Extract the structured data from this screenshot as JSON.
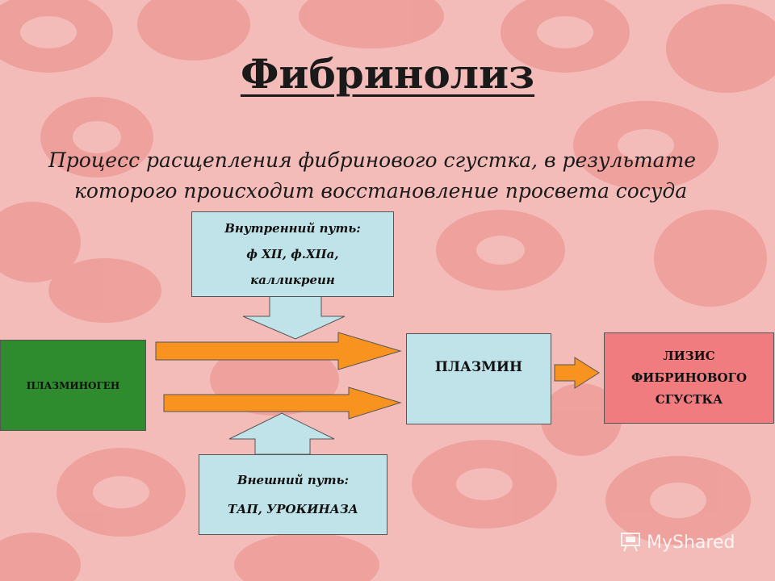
{
  "title": "Фибринолиз",
  "subtitle": {
    "line1": "Процесс расщепления фибринового сгустка, в результате",
    "line2": "которого происходит восстановление просвета сосуда"
  },
  "intrinsic_pathway": {
    "label": "Внутренний путь:",
    "factors": "ф XII, ф.XIIa,",
    "enzyme": "калликреин"
  },
  "extrinsic_pathway": {
    "label": "Внешний путь:",
    "factors": "ТАП, УРОКИНАЗА"
  },
  "nodes": {
    "plasminogen": "ПЛАЗМИНОГЕН",
    "plasmin": "ПЛАЗМИН",
    "lysis_line1": "ЛИЗИС",
    "lysis_line2": "ФИБРИНОВОГО",
    "lysis_line3": "СГУСТКА"
  },
  "watermark": "MyShared",
  "colors": {
    "background": "#f2b8b4",
    "light_box": "#bfe3e8",
    "plasminogen_box": "#2e8b2e",
    "lysis_box": "#f07c7f",
    "arrow_fill": "#f7931e"
  },
  "icons": {
    "watermark_logo": "presentation-board-icon",
    "arrows": "block-arrow-icon"
  }
}
